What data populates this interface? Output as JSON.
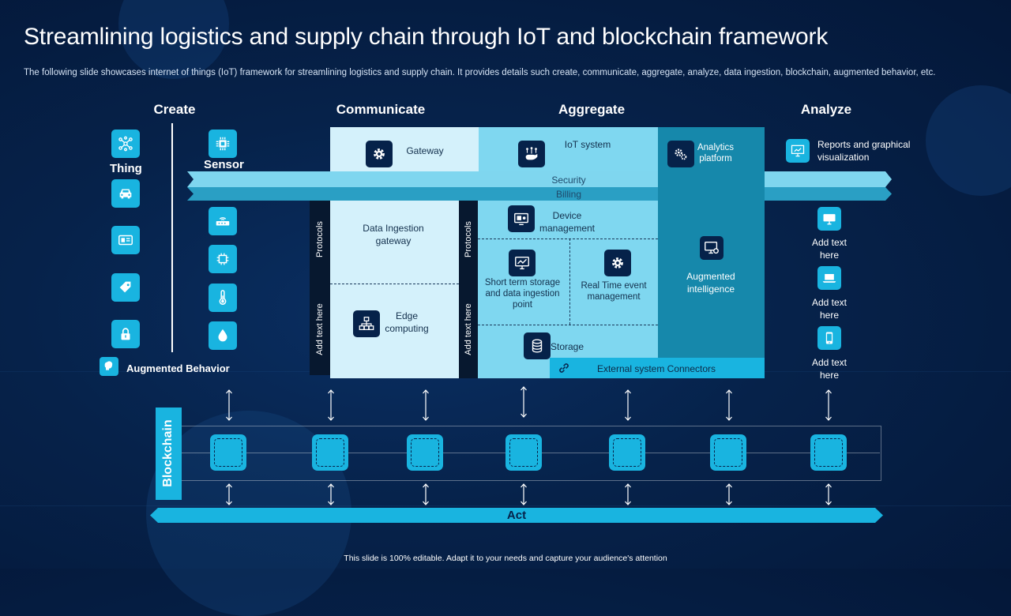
{
  "header": {
    "title": "Streamlining logistics and supply chain through IoT and blockchain framework",
    "subtitle": "The following slide showcases internet of things (IoT) framework for streamlining logistics and supply chain. It provides details such create, communicate, aggregate, analyze, data ingestion, blockchain, augmented behavior, etc."
  },
  "columns": {
    "create": "Create",
    "communicate": "Communicate",
    "aggregate": "Aggregate",
    "analyze": "Analyze"
  },
  "create": {
    "thing_label": "Thing",
    "sensor_label": "Sensor",
    "augmented_behavior": "Augmented Behavior"
  },
  "communicate": {
    "gateway": "Gateway",
    "data_ingestion": "Data Ingestion gateway",
    "edge_computing": "Edge computing",
    "protocols": "Protocols",
    "add_text": "Add text here"
  },
  "aggregate": {
    "iot_system": "IoT system",
    "device_management": "Device management",
    "short_term": "Short term storage and data ingestion point",
    "real_time": "Real Time event management",
    "storage": "Storage",
    "external": "External system Connectors",
    "protocols": "Protocols",
    "add_text": "Add text here"
  },
  "analytics": {
    "platform": "Analytics platform",
    "augmented_intelligence": "Augmented intelligence"
  },
  "bands": {
    "security": "Security",
    "billing": "Billing"
  },
  "analyze": {
    "reports": "Reports and graphical visualization",
    "items": [
      {
        "label": "Add text here",
        "icon": "monitor-icon"
      },
      {
        "label": "Add text here",
        "icon": "laptop-icon"
      },
      {
        "label": "Add text here",
        "icon": "mobile-icon"
      }
    ]
  },
  "blockchain": {
    "label": "Blockchain",
    "act": "Act"
  },
  "footer": "This slide is 100% editable. Adapt it to your needs and capture your audience's attention",
  "colors": {
    "accent": "#19b4e0",
    "light_panel": "#d4f1fb",
    "mid_panel": "#7fd7f0",
    "dark_panel": "#1688ab",
    "band_security": "#7fd6ef",
    "band_billing": "#2a9fc4",
    "background": "#06224a"
  }
}
